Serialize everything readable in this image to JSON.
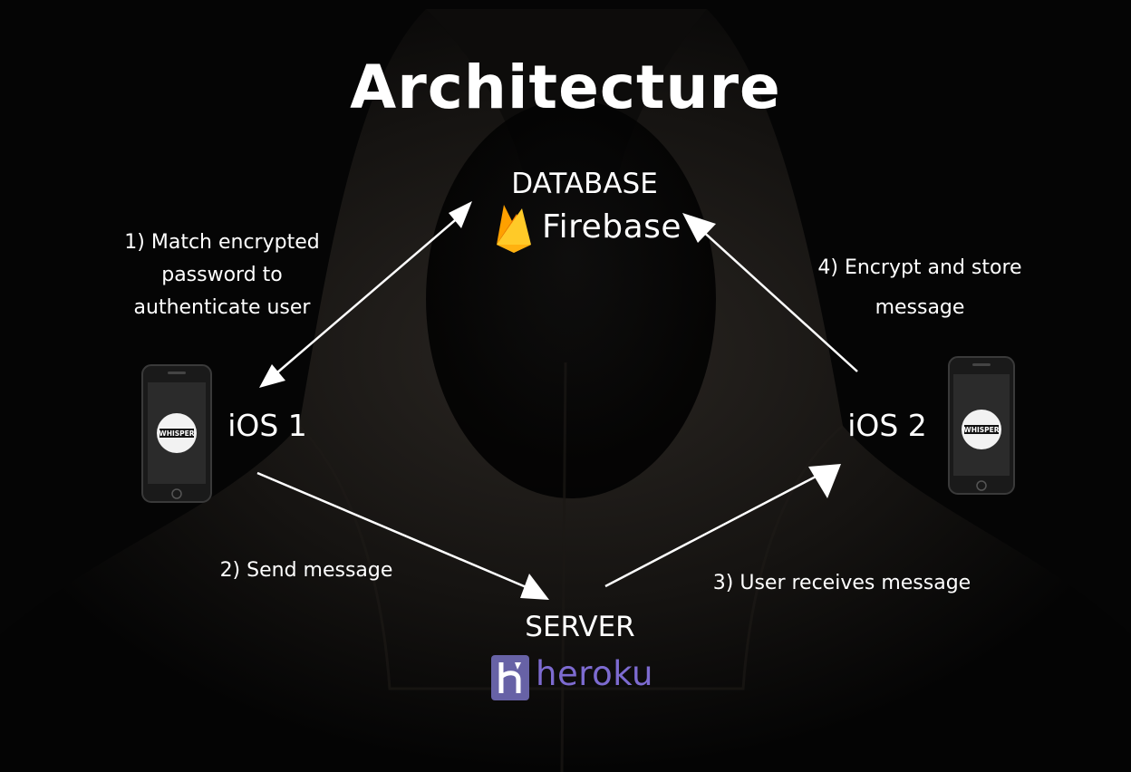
{
  "title": "Architecture",
  "nodes": {
    "database": {
      "heading": "DATABASE",
      "brand": "Firebase"
    },
    "server": {
      "heading": "SERVER",
      "brand": "heroku"
    },
    "ios1": {
      "label": "iOS 1",
      "app_logo": "WHISPER"
    },
    "ios2": {
      "label": "iOS 2",
      "app_logo": "WHISPER"
    }
  },
  "steps": {
    "step1": [
      "1) Match encrypted",
      "password to",
      "authenticate user"
    ],
    "step2": "2) Send message",
    "step3": "3) User receives message",
    "step4": [
      "4) Encrypt and store",
      "message"
    ]
  },
  "colors": {
    "background": "#050505",
    "text": "#ffffff",
    "arrow": "#ffffff",
    "firebase_yellow": "#ffcb2b",
    "firebase_orange": "#f8a21c",
    "heroku_purple": "#6762a6"
  },
  "icons": [
    "firebase-flame-icon",
    "heroku-logo-icon",
    "phone-icon",
    "whisper-logo-icon"
  ]
}
